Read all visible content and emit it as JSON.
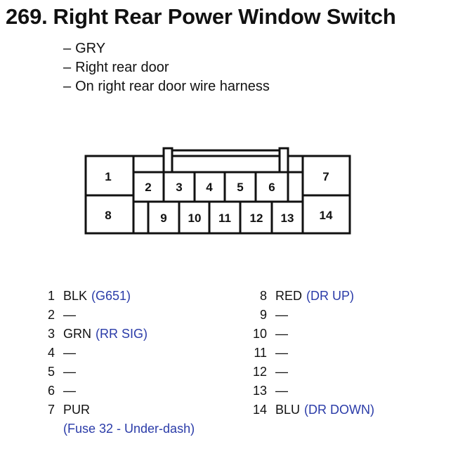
{
  "title": {
    "number": "269.",
    "text": "Right Rear Power Window Switch"
  },
  "notes": [
    {
      "dash": "–",
      "text": "GRY"
    },
    {
      "dash": "–",
      "text": "Right rear door"
    },
    {
      "dash": "–",
      "text": "On right rear door wire harness"
    }
  ],
  "connector": {
    "cavities": [
      "1",
      "2",
      "3",
      "4",
      "5",
      "6",
      "7",
      "8",
      "9",
      "10",
      "11",
      "12",
      "13",
      "14"
    ]
  },
  "pins_left": [
    {
      "num": "1",
      "color": "BLK",
      "circuit": "(G651)"
    },
    {
      "num": "2",
      "color": "—",
      "circuit": ""
    },
    {
      "num": "3",
      "color": "GRN",
      "circuit": "(RR SIG)"
    },
    {
      "num": "4",
      "color": "—",
      "circuit": ""
    },
    {
      "num": "5",
      "color": "—",
      "circuit": ""
    },
    {
      "num": "6",
      "color": "—",
      "circuit": ""
    },
    {
      "num": "7",
      "color": "PUR",
      "circuit": ""
    }
  ],
  "pin7_note": "(Fuse 32 - Under-dash)",
  "pins_right": [
    {
      "num": "8",
      "color": "RED",
      "circuit": "(DR UP)"
    },
    {
      "num": "9",
      "color": "—",
      "circuit": ""
    },
    {
      "num": "10",
      "color": "—",
      "circuit": ""
    },
    {
      "num": "11",
      "color": "—",
      "circuit": ""
    },
    {
      "num": "12",
      "color": "—",
      "circuit": ""
    },
    {
      "num": "13",
      "color": "—",
      "circuit": ""
    },
    {
      "num": "14",
      "color": "BLU",
      "circuit": "(DR DOWN)"
    }
  ],
  "colors": {
    "circuit_text": "#2a3ba8",
    "line": "#111111"
  }
}
